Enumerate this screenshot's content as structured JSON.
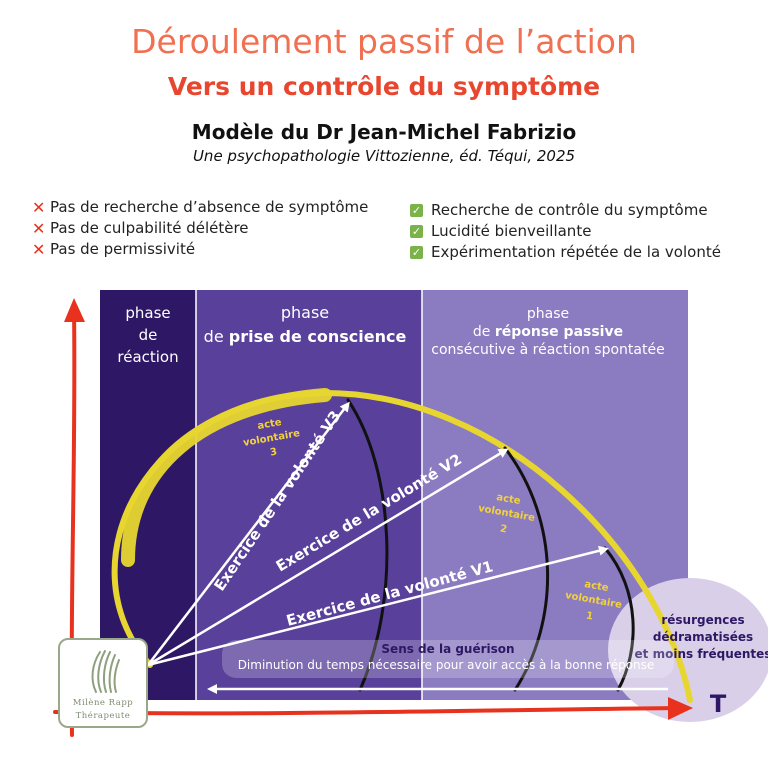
{
  "header": {
    "title": "Déroulement passif de l’action",
    "subtitle": "Vers un contrôle du symptôme",
    "model": "Modèle du Dr Jean-Michel Fabrizio",
    "reference": "Une psychopathologie Vittozienne, éd. Téqui, 2025"
  },
  "lists": {
    "negative": [
      "Pas de recherche d’absence de symptôme",
      "Pas de culpabilité délétère",
      "Pas de permissivité"
    ],
    "positive": [
      "Recherche de contrôle du symptôme",
      "Lucidité bienveillante",
      "Expérimentation répétée de la volonté"
    ]
  },
  "phases": {
    "reaction": [
      "phase",
      "de",
      "réaction"
    ],
    "conscience_line1": "phase",
    "conscience_prefix": "de ",
    "conscience_bold": "prise de conscience",
    "passive_line1": "phase",
    "passive_prefix": "de ",
    "passive_bold": "réponse passive",
    "passive_line3": "consécutive à réaction spontatée"
  },
  "arrows": {
    "v1": "Exercice de la volonté V1",
    "v2": "Exercice de la volonté V2",
    "v3": "Exercice de la volonté V3"
  },
  "actes": {
    "a1": [
      "acte",
      "volontaire",
      "1"
    ],
    "a2": [
      "acte",
      "volontaire",
      "2"
    ],
    "a3": [
      "acte",
      "volontaire",
      "3"
    ]
  },
  "resurgences": [
    "résurgences",
    "dédramatisées",
    "et moins fréquentes"
  ],
  "sens": {
    "title": "Sens de la guérison",
    "text": "Diminution du temps nécessaire pour avoir accès à la bonne réponse"
  },
  "axis": {
    "t_label": "T"
  },
  "logo": {
    "name": "Milène Rapp",
    "profession": "Thérapeute"
  },
  "colors": {
    "title": "#f07052",
    "subtitle": "#e8462e",
    "phase_reaction": "#2e1866",
    "phase_conscience": "#59409a",
    "phase_passive": "#8b7bc0",
    "curve": "#e8d630",
    "axis": "#e8321e",
    "acte_text": "#f2d23c",
    "resurgence_bubble": "#d9cfe8"
  }
}
